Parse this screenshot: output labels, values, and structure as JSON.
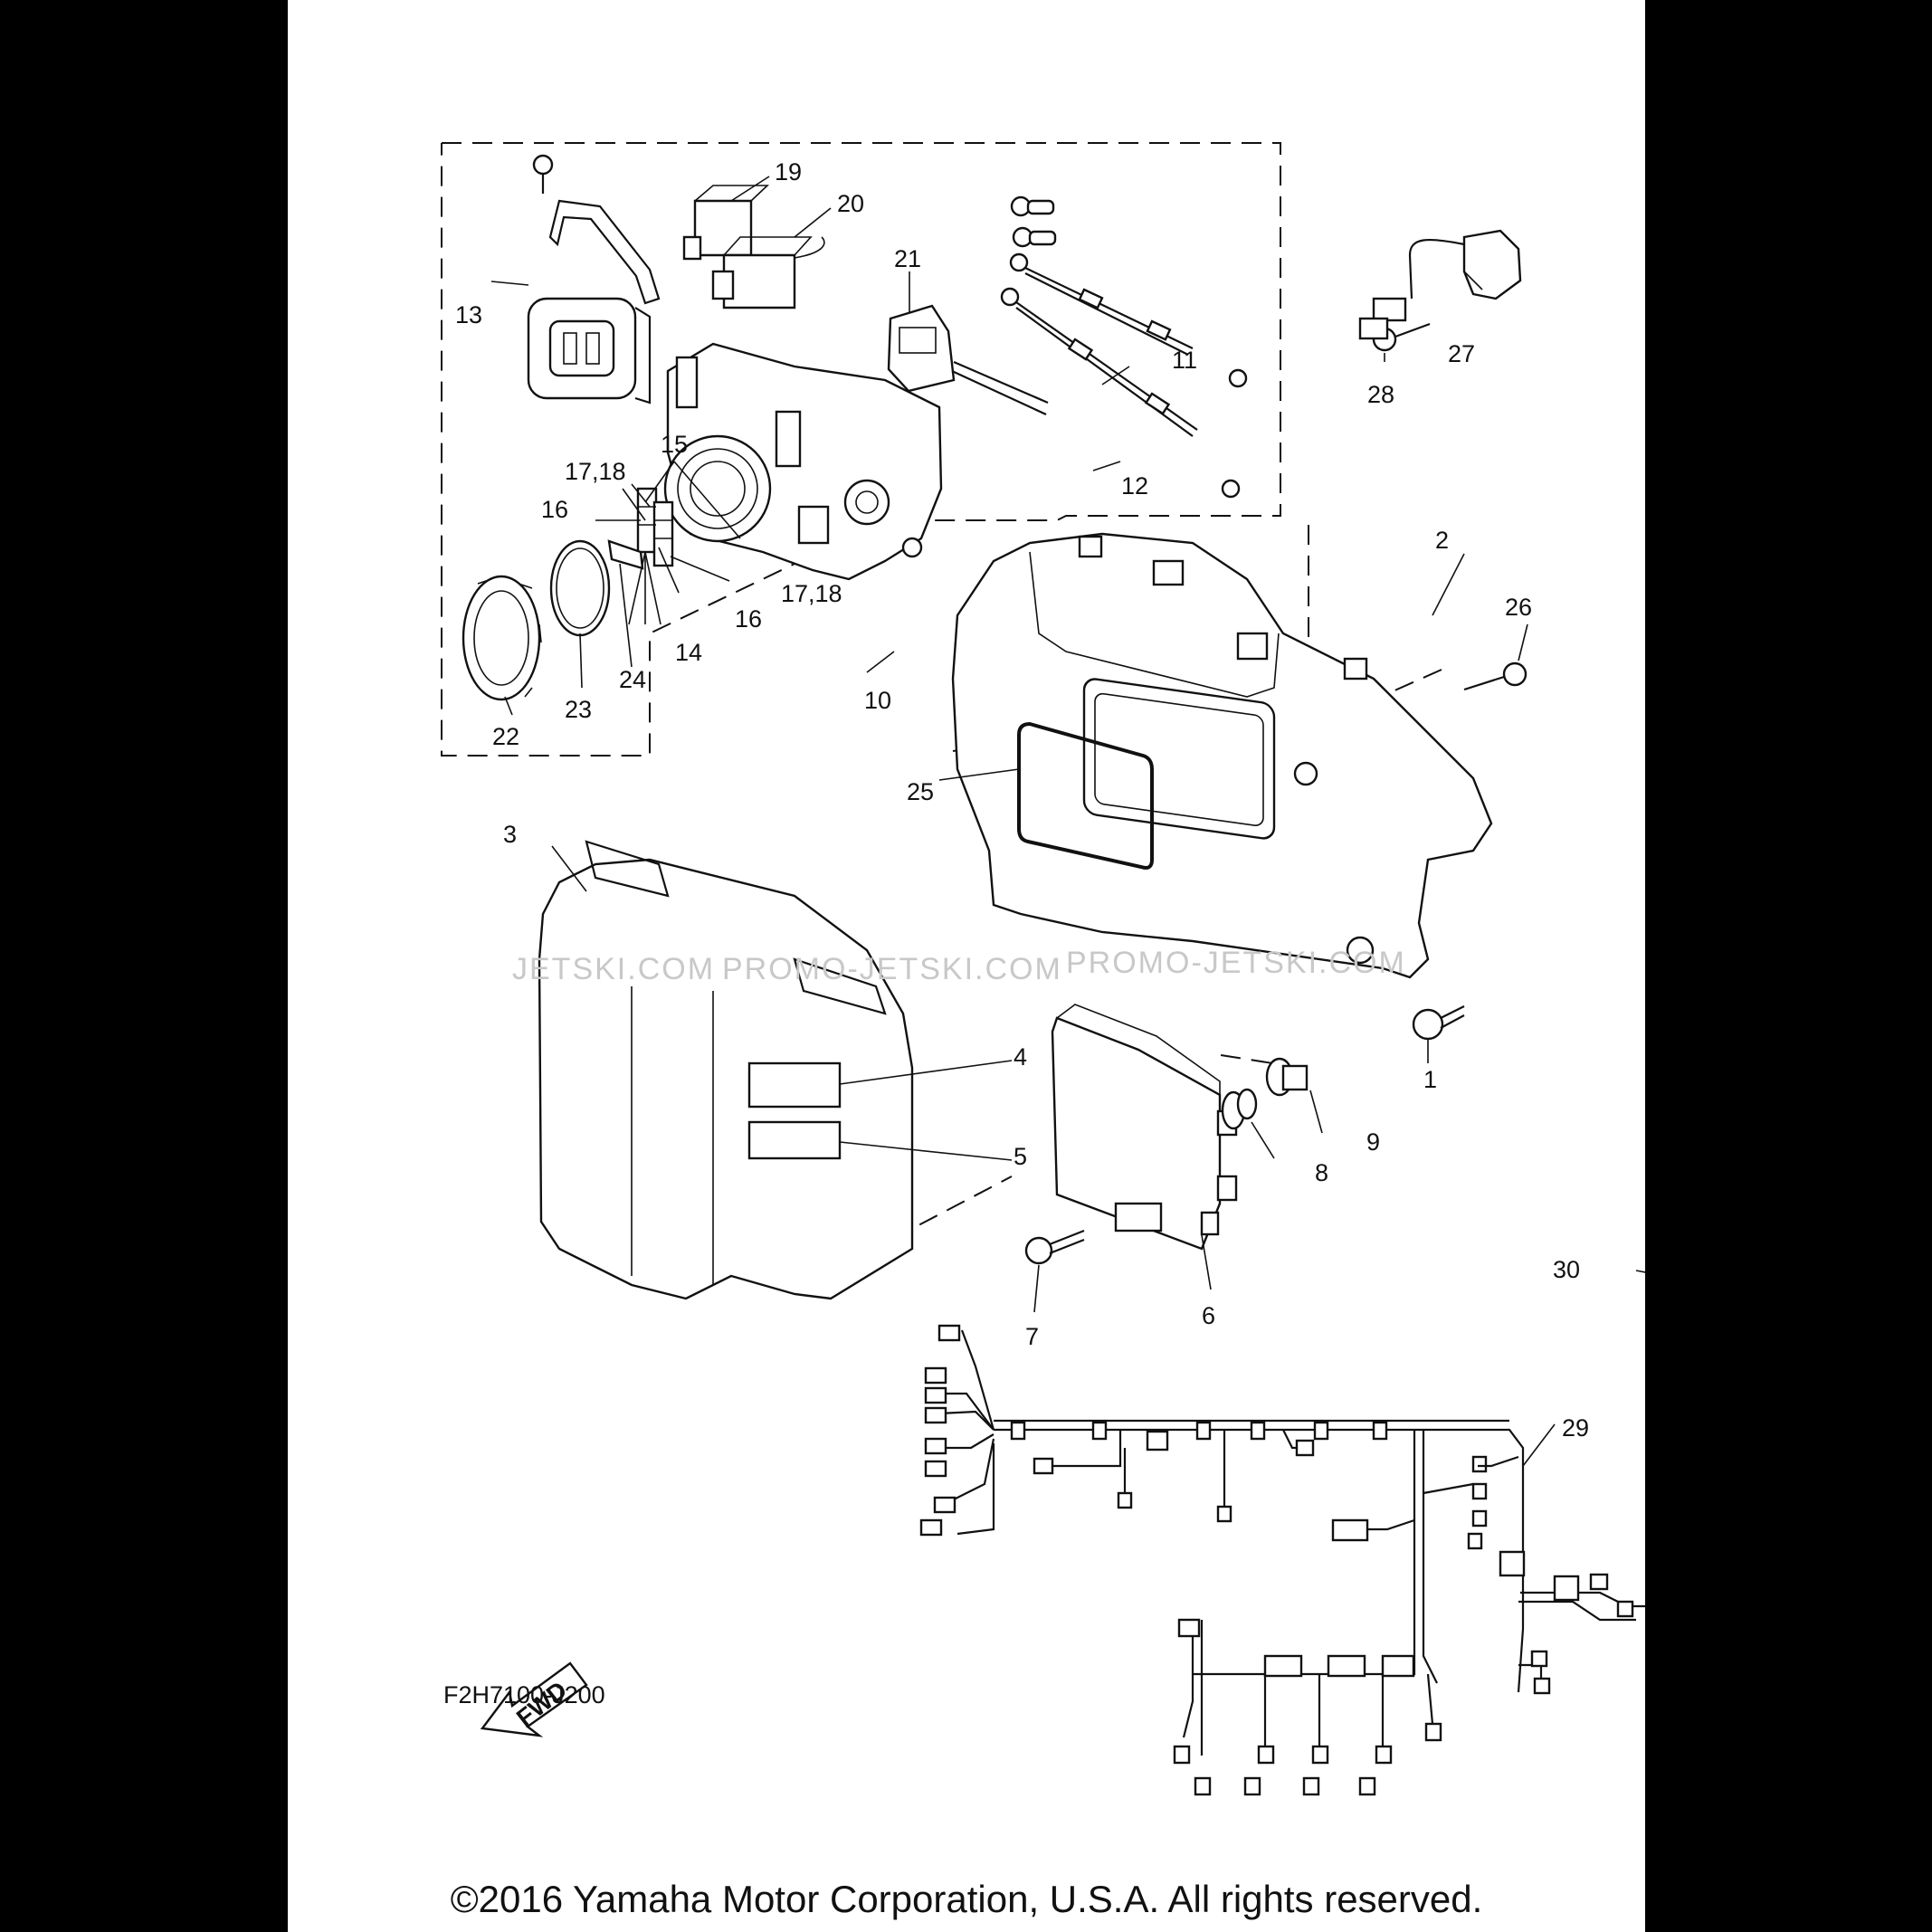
{
  "callouts": [
    "1",
    "2",
    "3",
    "4",
    "5",
    "6",
    "7",
    "8",
    "9",
    "10",
    "11",
    "12",
    "13",
    "14",
    "15",
    "16",
    "16",
    "17,18",
    "17,18",
    "19",
    "20",
    "21",
    "22",
    "23",
    "24",
    "25",
    "26",
    "27",
    "28",
    "29",
    "30"
  ],
  "watermark": [
    "JETSKI.COM",
    "PROMO-JETSKI.COM",
    "PROMO-JETSKI.COM"
  ],
  "fwd_label": "FWD",
  "diagram_code": "F2H7100-J200",
  "copyright": "©2016 Yamaha Motor Corporation, U.S.A. All rights reserved."
}
